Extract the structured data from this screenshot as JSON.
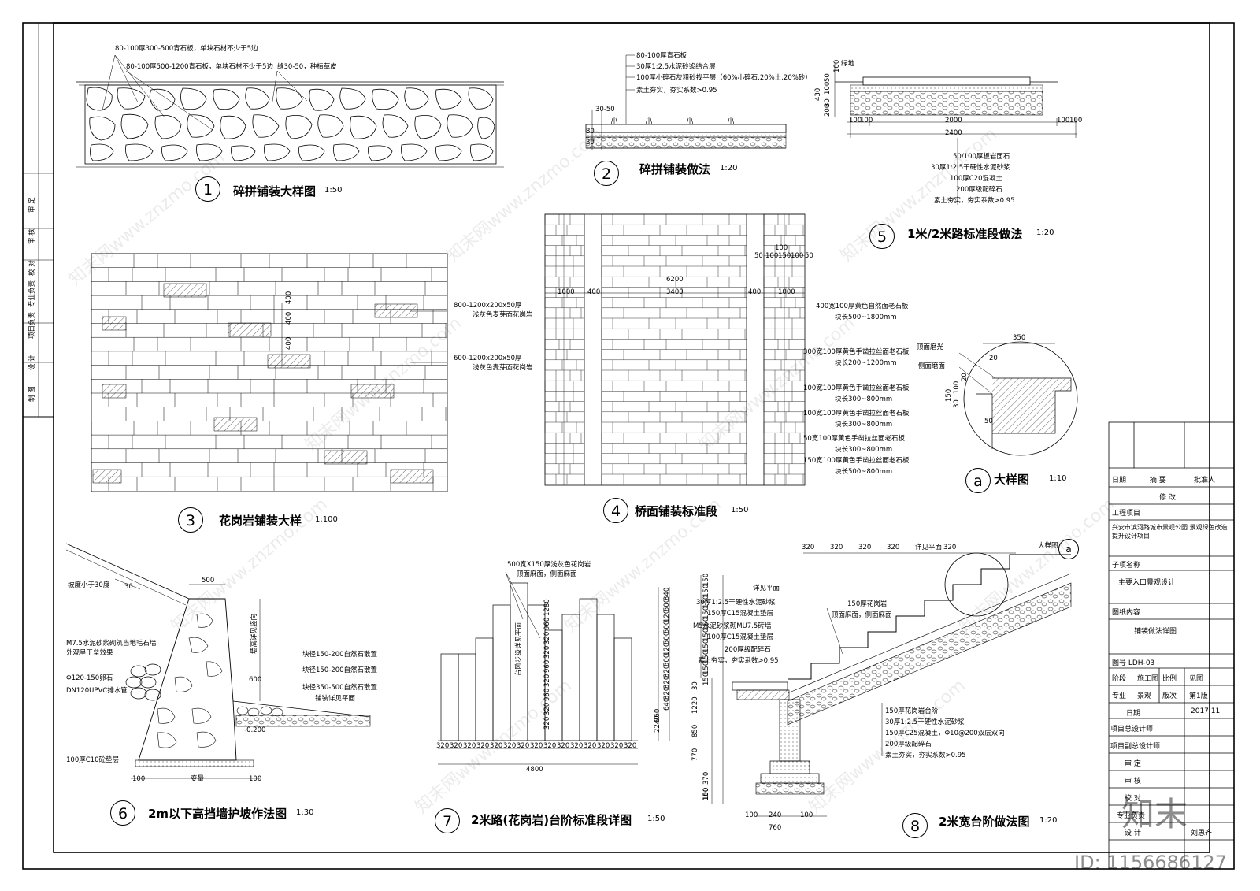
{
  "details": [
    {
      "num": "1",
      "title": "碎拼铺装大样图",
      "scale": "1:50"
    },
    {
      "num": "2",
      "title": "碎拼铺装做法",
      "scale": "1:20"
    },
    {
      "num": "3",
      "title": "花岗岩铺装大样",
      "scale": "1:100"
    },
    {
      "num": "4",
      "title": "桥面铺装标准段",
      "scale": "1:50"
    },
    {
      "num": "5",
      "title": "1米/2米路标准段做法",
      "scale": "1:20"
    },
    {
      "num": "a",
      "title": "大样图",
      "scale": "1:10"
    },
    {
      "num": "6",
      "title": "2m以下高挡墙护坡作法图",
      "scale": "1:30"
    },
    {
      "num": "7",
      "title": "2米路(花岗岩)台阶标准段详图",
      "scale": "1:50"
    },
    {
      "num": "8",
      "title": "2米宽台阶做法图",
      "scale": "1:20"
    }
  ],
  "d1_notes": [
    "80-100厚300-500青石板，单块石材不少于5边",
    "80-100厚500-1200青石板，单块石材不少于5边",
    "缝30-50，种植草皮"
  ],
  "d2_notes": [
    "80-100厚青石板",
    "30厚1:2.5水泥砂浆结合层",
    "100厚小碎石灰粗砂找平层（60%小碎石,20%土,20%砂）",
    "素土夯实，夯实系数>0.95"
  ],
  "d2_dims": [
    "30-50",
    "80",
    "30"
  ],
  "d3_notes": [
    "800-1200x200x50厚",
    "浅灰色麦芽面花岗岩",
    "600-1200x200x50厚",
    "浅灰色麦芽面花岗岩"
  ],
  "d3_dims": [
    "400",
    "400",
    "400"
  ],
  "d4_dims": [
    "6200",
    "1000",
    "400",
    "3400",
    "400",
    "1000",
    "100",
    "50",
    "100",
    "150",
    "100",
    "50"
  ],
  "d4_notes": [
    "400宽100厚黄色自然面老石板",
    "块长500~1800mm",
    "300宽100厚黄色手凿拉丝面老石板",
    "块长200~1200mm",
    "100宽100厚黄色手凿拉丝面老石板",
    "块长300~800mm",
    "100宽100厚黄色手凿拉丝面老石板",
    "块长300~800mm",
    "50宽100厚黄色手凿拉丝面老石板",
    "块长300~800mm",
    "150宽100厚黄色手凿拉丝面老石板",
    "块长500~800mm"
  ],
  "d5_dims": [
    "100",
    "100",
    "2000",
    "100",
    "100",
    "2400",
    "430",
    "50",
    "100",
    "30",
    "200",
    "100"
  ],
  "d5_notes": [
    "绿地",
    "50/100厚板岩面石",
    "30厚1:2.5干硬性水泥砂浆",
    "100厚C20混凝土",
    "200厚级配碎石",
    "素土夯实，夯实系数>0.95"
  ],
  "da_notes": [
    "顶面磨光",
    "侧面磨面"
  ],
  "da_dims": [
    "350",
    "20",
    "150",
    "30",
    "100",
    "20",
    "50"
  ],
  "d6_notes": [
    "坡度小于30度",
    "M7.5水泥砂浆砌筑当地毛石墙",
    "外观呈干垒效果",
    "Φ120-150卵石",
    "DN120UPVC排水管",
    "100厚C10砼垫层",
    "块径150-200自然石散置",
    "块径150-200自然石散置",
    "块径350-500自然石散置",
    "铺装详见平面",
    "-0.200"
  ],
  "d6_dims": [
    "500",
    "30",
    "600",
    "100",
    "变量",
    "100"
  ],
  "d6_vert": "墙高详见竖向",
  "d7_notes": [
    "500宽X150厚浅灰色花岗岩",
    "顶面麻面，侧面麻面",
    "台阶步级详见平面"
  ],
  "d7_dims_bottom": [
    "320",
    "320",
    "320",
    "320",
    "320",
    "320",
    "320",
    "320",
    "320",
    "320",
    "320",
    "320",
    "320",
    "320",
    "320"
  ],
  "d7_total": "4800",
  "d7_right": [
    "340",
    "500",
    "120",
    "500",
    "500",
    "120",
    "500",
    "320",
    "320",
    "320",
    "640",
    "960",
    "2240"
  ],
  "d7_mid": [
    "1280",
    "960",
    "320",
    "320",
    "960",
    "320",
    "960",
    "320",
    "320"
  ],
  "d8_top_dims": [
    "320",
    "320",
    "320",
    "320",
    "详见平面",
    "320"
  ],
  "d8_notes": [
    "详见平面",
    "30厚1:2.5干硬性水泥砂浆",
    "150厚C15混凝土垫层",
    "M5水泥砂浆砌MU7.5砖墙",
    "100厚C15混凝土垫层",
    "200厚级配碎石",
    "素土夯实，夯实系数>0.95",
    "150厚花岗岩",
    "顶面麻面，侧面麻面",
    "150厚花岗岩台阶",
    "30厚1:2.5干硬性水泥砂浆",
    "150厚C25混凝土，Φ10@200双层双向",
    "200厚级配碎石",
    "素土夯实，夯实系数>0.95",
    "大样图"
  ],
  "d8_left_dims": [
    "150",
    "150",
    "150",
    "150",
    "150",
    "150",
    "150",
    "150",
    "150",
    "150",
    "30",
    "1220",
    "850",
    "770",
    "370",
    "100",
    "150",
    "100"
  ],
  "d8_bottom_dims": [
    "100",
    "240",
    "760",
    "100"
  ],
  "title_block": {
    "dates": {
      "date": "日期",
      "summary": "摘 要",
      "approver": "批准人"
    },
    "modify": "修 改",
    "project_label": "工程项目",
    "project_value": "兴安市滨河路城市景观公园 景观绿色改造提升设计项目",
    "sub_label": "子项名称",
    "sub_value": "主要入口景观设计",
    "content_label": "图纸内容",
    "content_value": "铺装做法详图",
    "drawing_no": "图号 LDH-03",
    "stage_label": "阶段",
    "stage_value": "施工图",
    "scale_label": "比例",
    "scale_value": "见图",
    "major_label": "专业",
    "major_value": "景观",
    "version_label": "版次",
    "version_value": "第1版",
    "date_label": "日期",
    "date_value": "2017.11",
    "roles": [
      "项目总设计师",
      "项目副总设计师",
      "审 定",
      "审 核",
      "校 对",
      "专业负责",
      "设 计"
    ],
    "designer": "刘思齐"
  },
  "left_strip": [
    "审 定",
    "审 核",
    "校 对",
    "专业负责",
    "项目负责",
    "设 计",
    "制 图"
  ],
  "watermark": "知末网www.znzmo.com",
  "brand": "知末",
  "id_text": "ID: 1156686127"
}
